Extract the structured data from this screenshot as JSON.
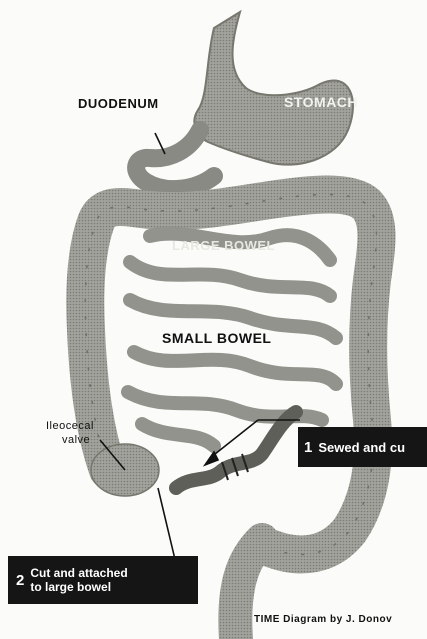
{
  "labels": {
    "duodenum": "DUODENUM",
    "stomach": "STOMACH",
    "large_bowel": "LARGE BOWEL",
    "small_bowel": "SMALL BOWEL",
    "ileocecal_line1": "Ileocecal",
    "ileocecal_line2": "valve"
  },
  "callouts": [
    {
      "number": "1",
      "text": "Sewed and cu"
    },
    {
      "number": "2",
      "text_line1": "Cut and attached",
      "text_line2": "to large bowel"
    }
  ],
  "credit": "TIME Diagram by J. Donov",
  "colors": {
    "organ": "#9a9a94",
    "organ_dark": "#6f6f69",
    "callout_bg": "#151515",
    "background": "#fbfbf9"
  }
}
